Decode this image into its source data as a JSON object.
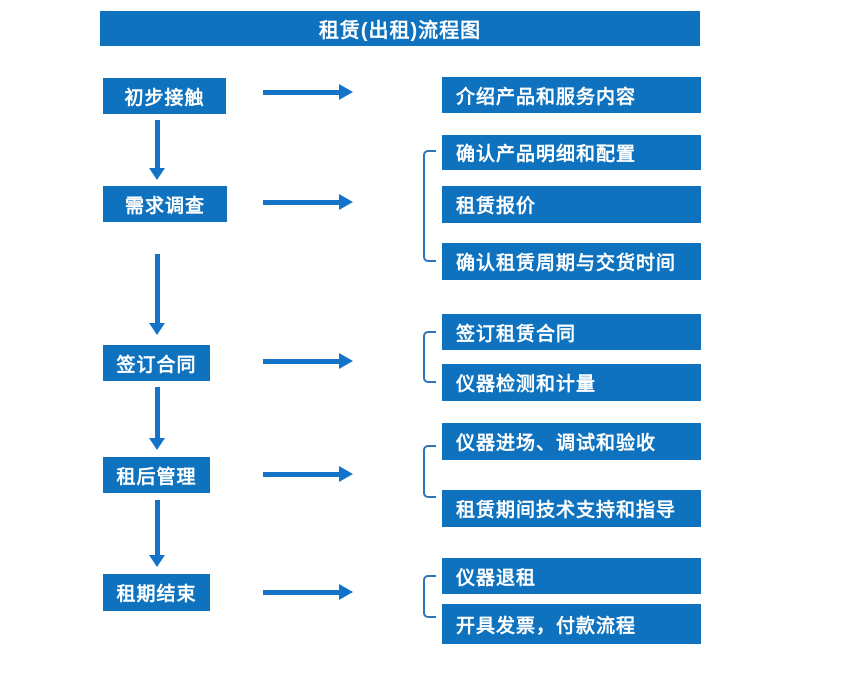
{
  "title": "租赁(出租)流程图",
  "colors": {
    "box_blue": "#0e72be",
    "arrow_blue": "#1373c8",
    "bracket_blue": "#2e75b6",
    "text": "#ffffff",
    "background": "#ffffff"
  },
  "rows": [
    {
      "step": "初步接触",
      "details": [
        "介绍产品和服务内容"
      ]
    },
    {
      "step": "需求调查",
      "details": [
        "确认产品明细和配置",
        "租赁报价",
        "确认租赁周期与交货时间"
      ]
    },
    {
      "step": "签订合同",
      "details": [
        "签订租赁合同",
        "仪器检测和计量"
      ]
    },
    {
      "step": "租后管理",
      "details": [
        "仪器进场、调试和验收",
        "租赁期间技术支持和指导"
      ]
    },
    {
      "step": "租期结束",
      "details": [
        "仪器退租",
        "开具发票，付款流程"
      ]
    }
  ]
}
